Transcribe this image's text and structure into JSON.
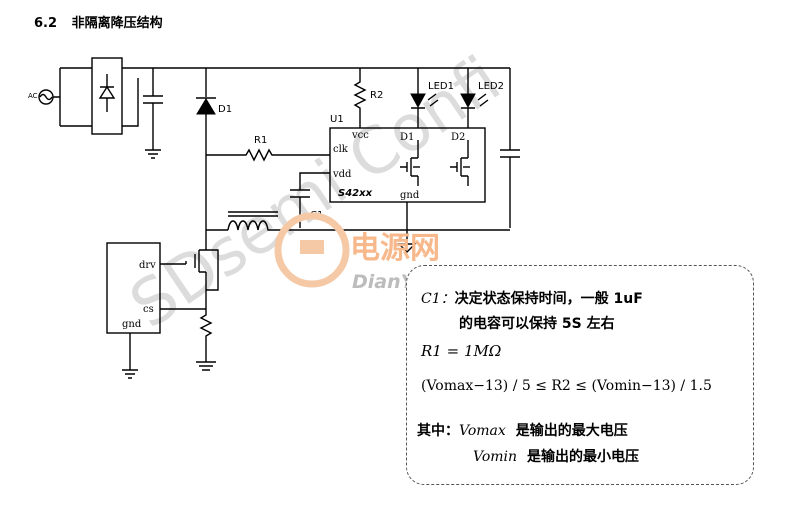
{
  "heading": {
    "number": "6.2",
    "title": "非隔离降压结构"
  },
  "labels": {
    "ac": "AC",
    "d1": "D1",
    "r1": "R1",
    "r2": "R2",
    "u1": "U1",
    "led1": "LED1",
    "led2": "LED2",
    "c1": "C1",
    "vcc": "vcc",
    "clk": "clk",
    "vdd": "vdd",
    "pin_d1": "D1",
    "pin_d2": "D2",
    "chip": "S42xx",
    "gnd_chip": "gnd",
    "drv": "drv",
    "cs": "cs",
    "gnd_ctrl": "gnd"
  },
  "watermark": {
    "brand_cn": "电源网",
    "brand_en": "DianYuan.com",
    "diag_text": "SDsemi Confi"
  },
  "note": {
    "c1_prefix": "C1：",
    "c1_line1": "决定状态保持时间，一般 1uF",
    "c1_line2": "的电容可以保持 5S 左右",
    "r1_eq": "R1 = 1MΩ",
    "r2_eq": "(Vomax−13) / 5 ≤ R2 ≤ (Vomin−13) / 1.5",
    "where_prefix": "其中：",
    "vomax_sym": "Vomax",
    "vomax_desc": "是输出的最大电压",
    "vomin_sym": "Vomin",
    "vomin_desc": "是输出的最小电压"
  }
}
